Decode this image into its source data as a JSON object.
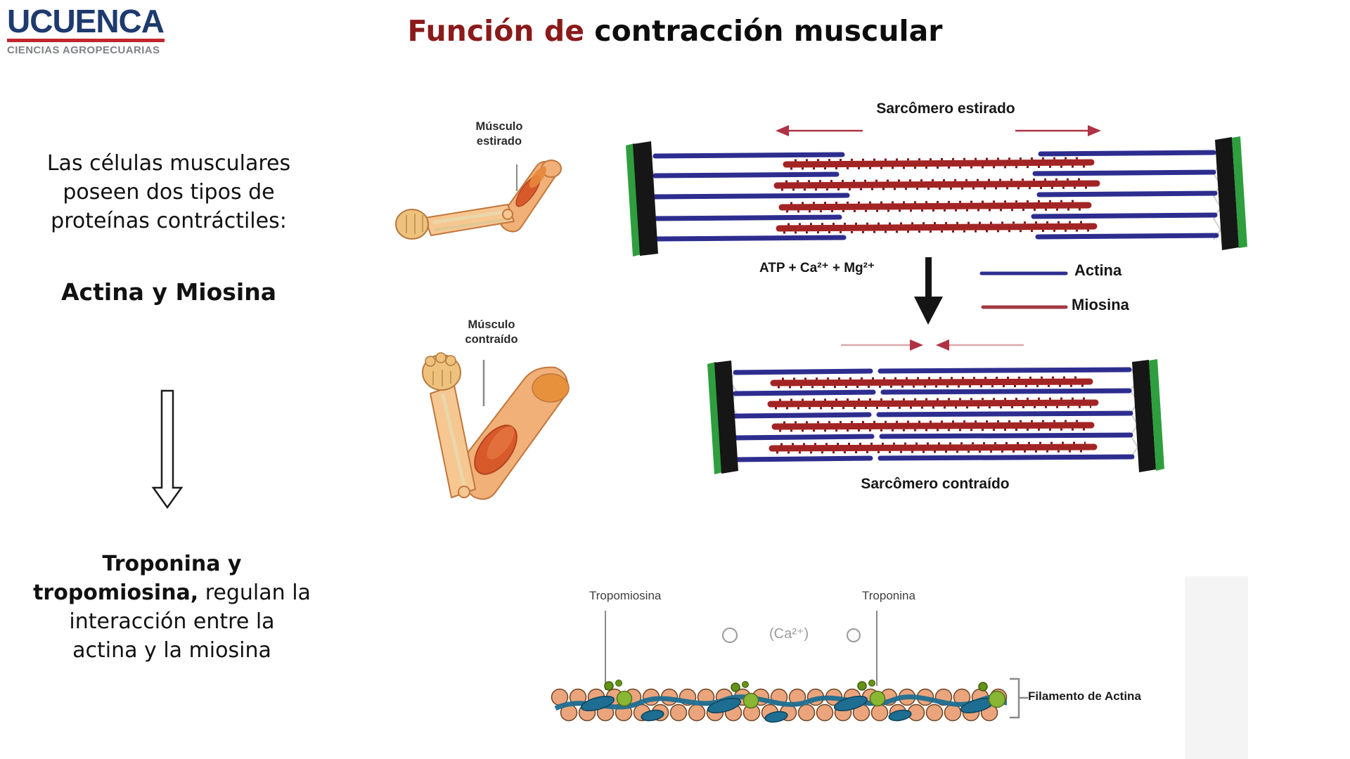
{
  "slide": {
    "logo": {
      "brand": "UCUENCA",
      "subtitle": "CIENCIAS AGROPECUARIAS"
    },
    "title": {
      "highlight": "Función de ",
      "rest": "contracción muscular"
    },
    "left_column": {
      "intro": "Las células musculares\nposeen dos tipos de\nproteínas contráctiles:",
      "proteins": "Actina y Miosina",
      "result_l1": "Troponina y",
      "result_l2_bold": "tropomiosina,",
      "result_l2_rest": " regulan la",
      "result_l3": "interacción entre la",
      "result_l4": "actina y la miosina"
    },
    "muscle_figures": {
      "stretched_label": "Músculo\nestirado",
      "contracted_label": "Músculo\ncontraído"
    },
    "sarcomere": {
      "stretched_title": "Sarcômero estirado",
      "contracted_title": "Sarcômero contraído",
      "reaction": "ATP + Ca²⁺ + Mg²⁺",
      "legend_actina": "Actina",
      "legend_miosina": "Miosina"
    },
    "actin_filament": {
      "tropomiosina": "Tropomiosina",
      "troponina": "Troponina",
      "calcium": "(Ca²⁺)",
      "filament_label": "Filamento de Actina"
    },
    "colors": {
      "title_red": "#8b1a1a",
      "logo_navy": "#1e3a6e",
      "logo_red": "#c0272d",
      "logo_gray": "#808285",
      "actina_blue": "#2d2d8f",
      "miosina_red": "#a32424",
      "z_disc_green": "#2f9e3e",
      "arrow_crimson": "#b03245"
    }
  }
}
